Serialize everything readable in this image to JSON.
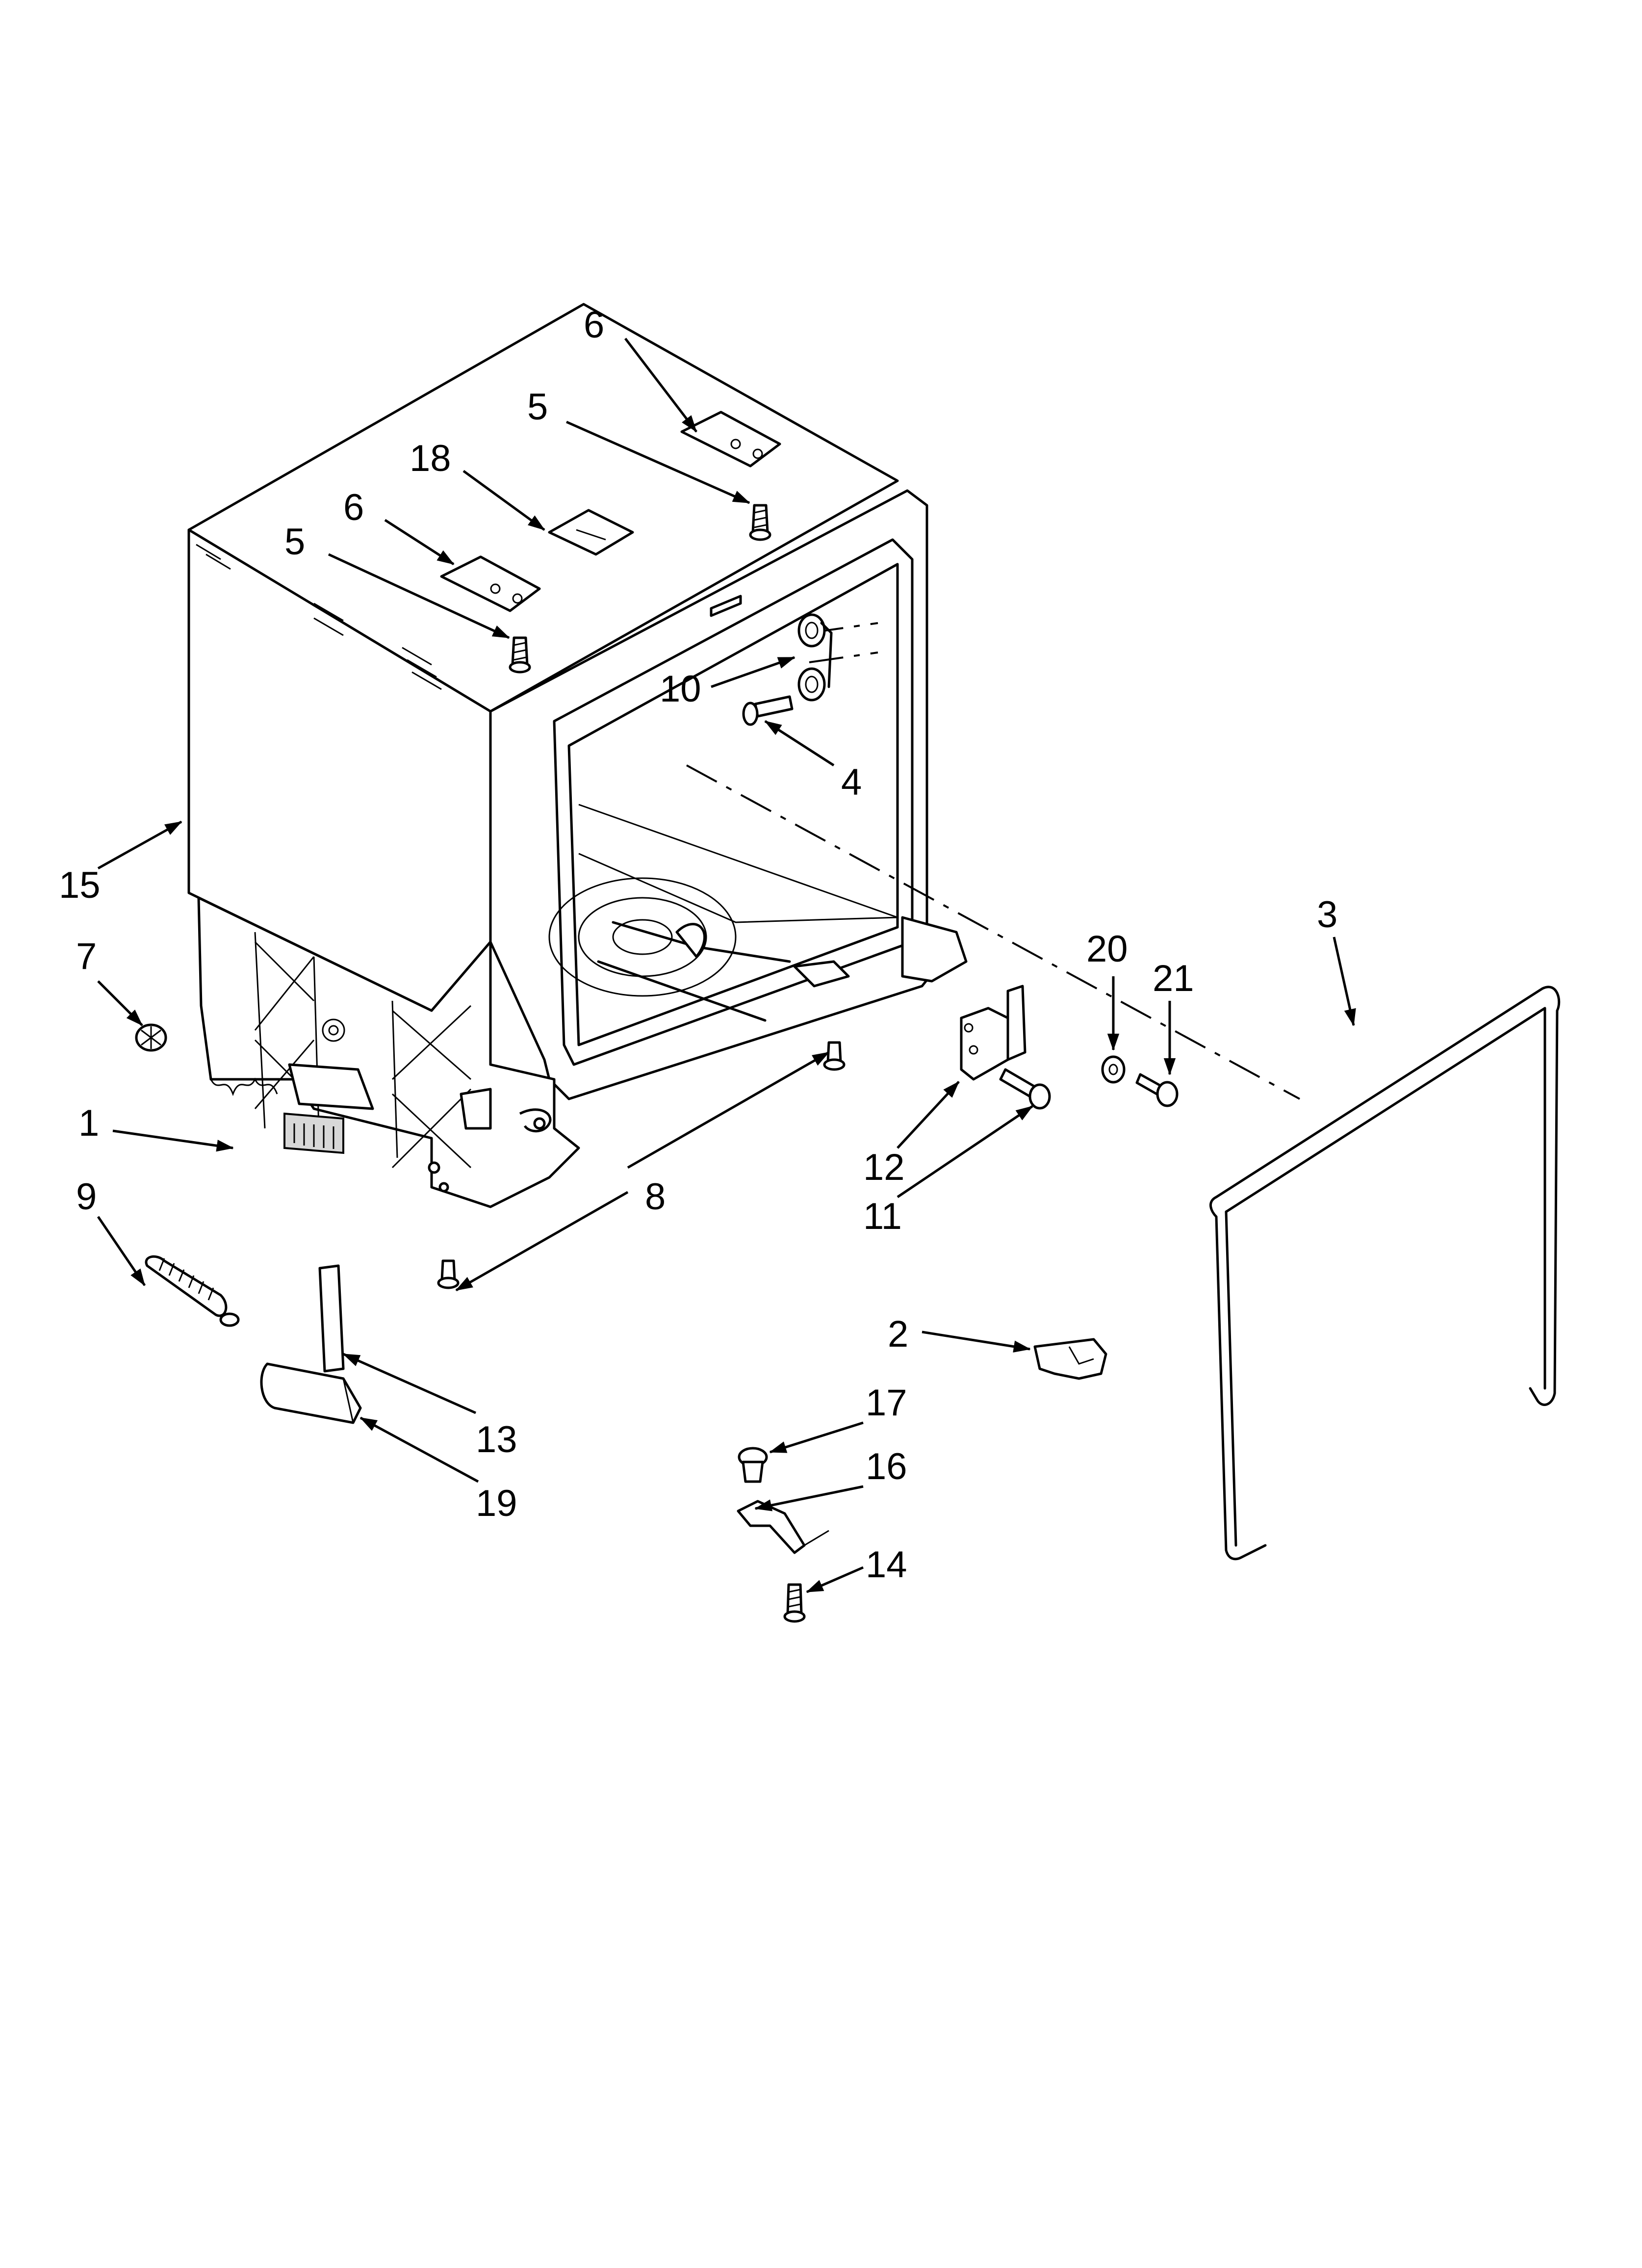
{
  "callouts": [
    {
      "id": "c1",
      "text": "1"
    },
    {
      "id": "c2",
      "text": "2"
    },
    {
      "id": "c3",
      "text": "3"
    },
    {
      "id": "c4",
      "text": "4"
    },
    {
      "id": "c5a",
      "text": "5"
    },
    {
      "id": "c5b",
      "text": "5"
    },
    {
      "id": "c6a",
      "text": "6"
    },
    {
      "id": "c6b",
      "text": "6"
    },
    {
      "id": "c7",
      "text": "7"
    },
    {
      "id": "c8",
      "text": "8"
    },
    {
      "id": "c9",
      "text": "9"
    },
    {
      "id": "c10",
      "text": "10"
    },
    {
      "id": "c11",
      "text": "11"
    },
    {
      "id": "c12",
      "text": "12"
    },
    {
      "id": "c13",
      "text": "13"
    },
    {
      "id": "c14",
      "text": "14"
    },
    {
      "id": "c15",
      "text": "15"
    },
    {
      "id": "c16",
      "text": "16"
    },
    {
      "id": "c17",
      "text": "17"
    },
    {
      "id": "c18",
      "text": "18"
    },
    {
      "id": "c19",
      "text": "19"
    },
    {
      "id": "c20",
      "text": "20"
    },
    {
      "id": "c21",
      "text": "21"
    }
  ]
}
